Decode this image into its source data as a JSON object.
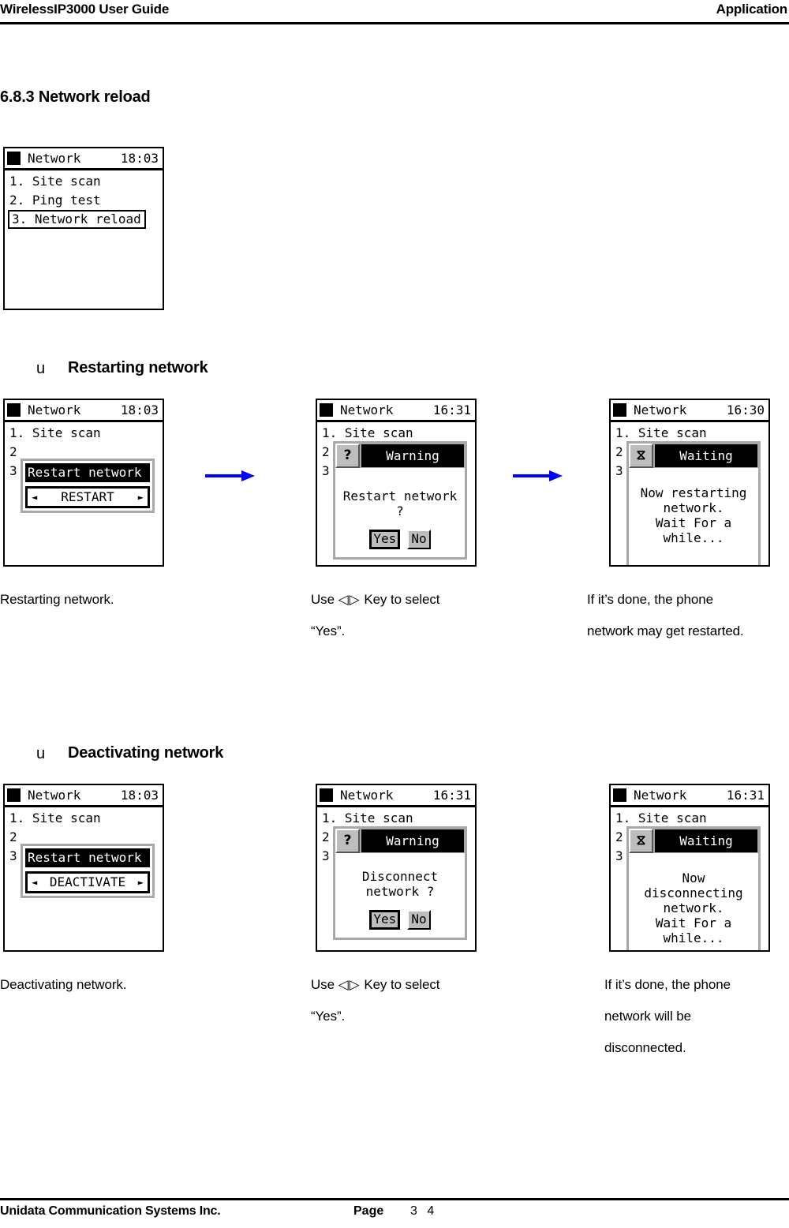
{
  "header": {
    "left": "WirelessIP3000 User Guide",
    "right": "Application"
  },
  "footer": {
    "company": "Unidata Communication Systems Inc.",
    "page_label": "Page",
    "page_number": "3 4"
  },
  "section": {
    "number_title": "6.8.3 Network reload"
  },
  "menu_screen": {
    "title": "Network",
    "time": "18:03",
    "items": [
      "1. Site scan",
      "2. Ping test",
      "3. Network reload"
    ],
    "selected_item": "3. Network reload"
  },
  "restarting": {
    "bullet": "u",
    "heading": "Restarting network",
    "screen1": {
      "title": "Network",
      "time": "18:03",
      "items": [
        "1. Site scan",
        "2",
        "3"
      ],
      "popup_title": "Restart network",
      "popup_value": "RESTART",
      "left_arrow": "◄",
      "right_arrow": "►"
    },
    "screen2": {
      "title": "Network",
      "time": "16:31",
      "dialog_icon": "?",
      "dialog_title": "Warning",
      "dialog_text": "Restart network ?",
      "yes_label": "Yes",
      "no_label": "No"
    },
    "screen3": {
      "title": "Network",
      "time": "16:30",
      "dialog_icon": "⧖",
      "dialog_title": "Waiting",
      "dialog_text": "Now restarting\nnetwork.\nWait For a\nwhile..."
    },
    "captions": {
      "c1": "Restarting network.",
      "c2_pre": "Use",
      "c2_keys": "◁▷",
      "c2_post": "Key to select",
      "c2_line2": "“Yes”.",
      "c3_line1": "If it’s done, the phone",
      "c3_line2": "network may get restarted."
    }
  },
  "deactivating": {
    "bullet": "u",
    "heading": "Deactivating network",
    "screen1": {
      "title": "Network",
      "time": "18:03",
      "items": [
        "1. Site scan",
        "2",
        "3"
      ],
      "popup_title": "Restart network",
      "popup_value": "DEACTIVATE",
      "left_arrow": "◄",
      "right_arrow": "►"
    },
    "screen2": {
      "title": "Network",
      "time": "16:31",
      "dialog_icon": "?",
      "dialog_title": "Warning",
      "dialog_text": "Disconnect\nnetwork ?",
      "yes_label": "Yes",
      "no_label": "No"
    },
    "screen3": {
      "title": "Network",
      "time": "16:31",
      "dialog_icon": "⧖",
      "dialog_title": "Waiting",
      "dialog_text": "Now disconnecting\nnetwork.\nWait For a\nwhile..."
    },
    "captions": {
      "c1": "Deactivating network.",
      "c2_pre": "Use",
      "c2_keys": "◁▷",
      "c2_post": "Key to select",
      "c2_line2": "“Yes”.",
      "c3_line1": "If it’s done, the phone",
      "c3_line2": "network will be",
      "c3_line3": "disconnected."
    }
  },
  "colors": {
    "arrow": "#0000ff",
    "lcd_bg": "#ffffff",
    "lcd_fg": "#000000",
    "dialog_frame": "#a8a8a8",
    "button_face": "#bdbdbd"
  }
}
